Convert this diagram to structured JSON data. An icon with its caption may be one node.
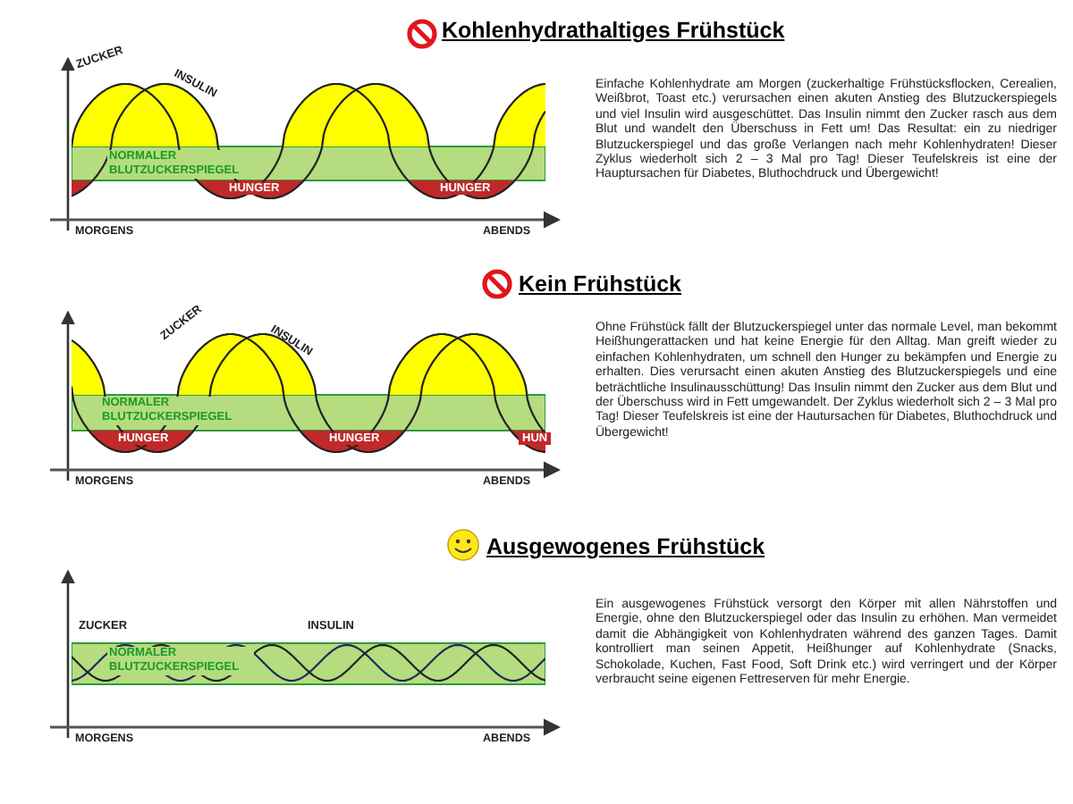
{
  "diagram": {
    "labels": [
      "Kohlenhydrathaltiges Frühstück",
      "ZUCKER",
      "INSULIN",
      "NORMALER BLUTZUCKERSPIEGEL",
      "HUNGER",
      "HUNGER",
      "MORGENS",
      "ABENDS",
      "Einfache Kohlenhydrate am Morgen (zuckerhaltige Frühstücksflocken, Cerealien, Weißbrot, Toast etc.) verursachen einen akuten Anstieg des Blutzuckerspiegels und viel Insulin wird ausgeschüttet. Das Insulin nimmt den Zucker rasch aus dem Blut und wandelt den Überschuss in Fett um! Das Resultat: ein zu niedriger Blutzuckerspiegel und das große Verlangen nach mehr Kohlenhydraten! Dieser Zyklus wiederholt sich 2 – 3 Mal pro Tag! Dieser Teufelskreis ist eine der Hauptursachen für Diabetes, Bluthochdruck und Übergewicht!",
      "Kein Frühstück",
      "ZUCKER",
      "INSULIN",
      "NORMALER BLUTZUCKERSPIEGEL",
      "HUNGER",
      "HUNGER",
      "HUN",
      "MORGENS",
      "ABENDS",
      "Ohne Frühstück fällt der Blutzuckerspiegel unter das normale Level, man bekommt Heißhungerattacken und hat keine Energie für den Alltag. Man greift wieder zu einfachen Kohlenhydraten, um schnell den Hunger zu bekämpfen und Energie zu erhalten. Dies verursacht einen akuten Anstieg des Blutzuckerspiegels und eine beträchtliche Insulinausschüttung! Das Insulin nimmt den Zucker aus dem Blut und der Überschuss wird in Fett umgewandelt. Der Zyklus wiederholt sich 2 – 3 Mal pro Tag! Dieser Teufelskreis ist eine der Hautursachen für Diabetes, Bluthochdruck und Übergewicht!",
      "Ausgewogenes Frühstück",
      "ZUCKER",
      "INSULIN",
      "NORMALER BLUTZUCKERSPIEGEL",
      "MORGENS",
      "ABENDS",
      "Ein ausgewogenes Frühstück versorgt den Körper mit allen Nährstoffen und Energie, ohne den Blutzuckerspiegel oder das Insulin zu erhöhen. Man vermeidet damit die Abhängigkeit von Kohlenhydraten während des ganzen Tages. Damit kontrolliert man seinen Appetit, Heißhunger auf Kohlenhydrate (Snacks, Schokolade, Kuchen, Fast Food, Soft Drink etc.) wird verringert und der Körper verbraucht seine eigenen Fettreserven für mehr Energie."
    ]
  }
}
